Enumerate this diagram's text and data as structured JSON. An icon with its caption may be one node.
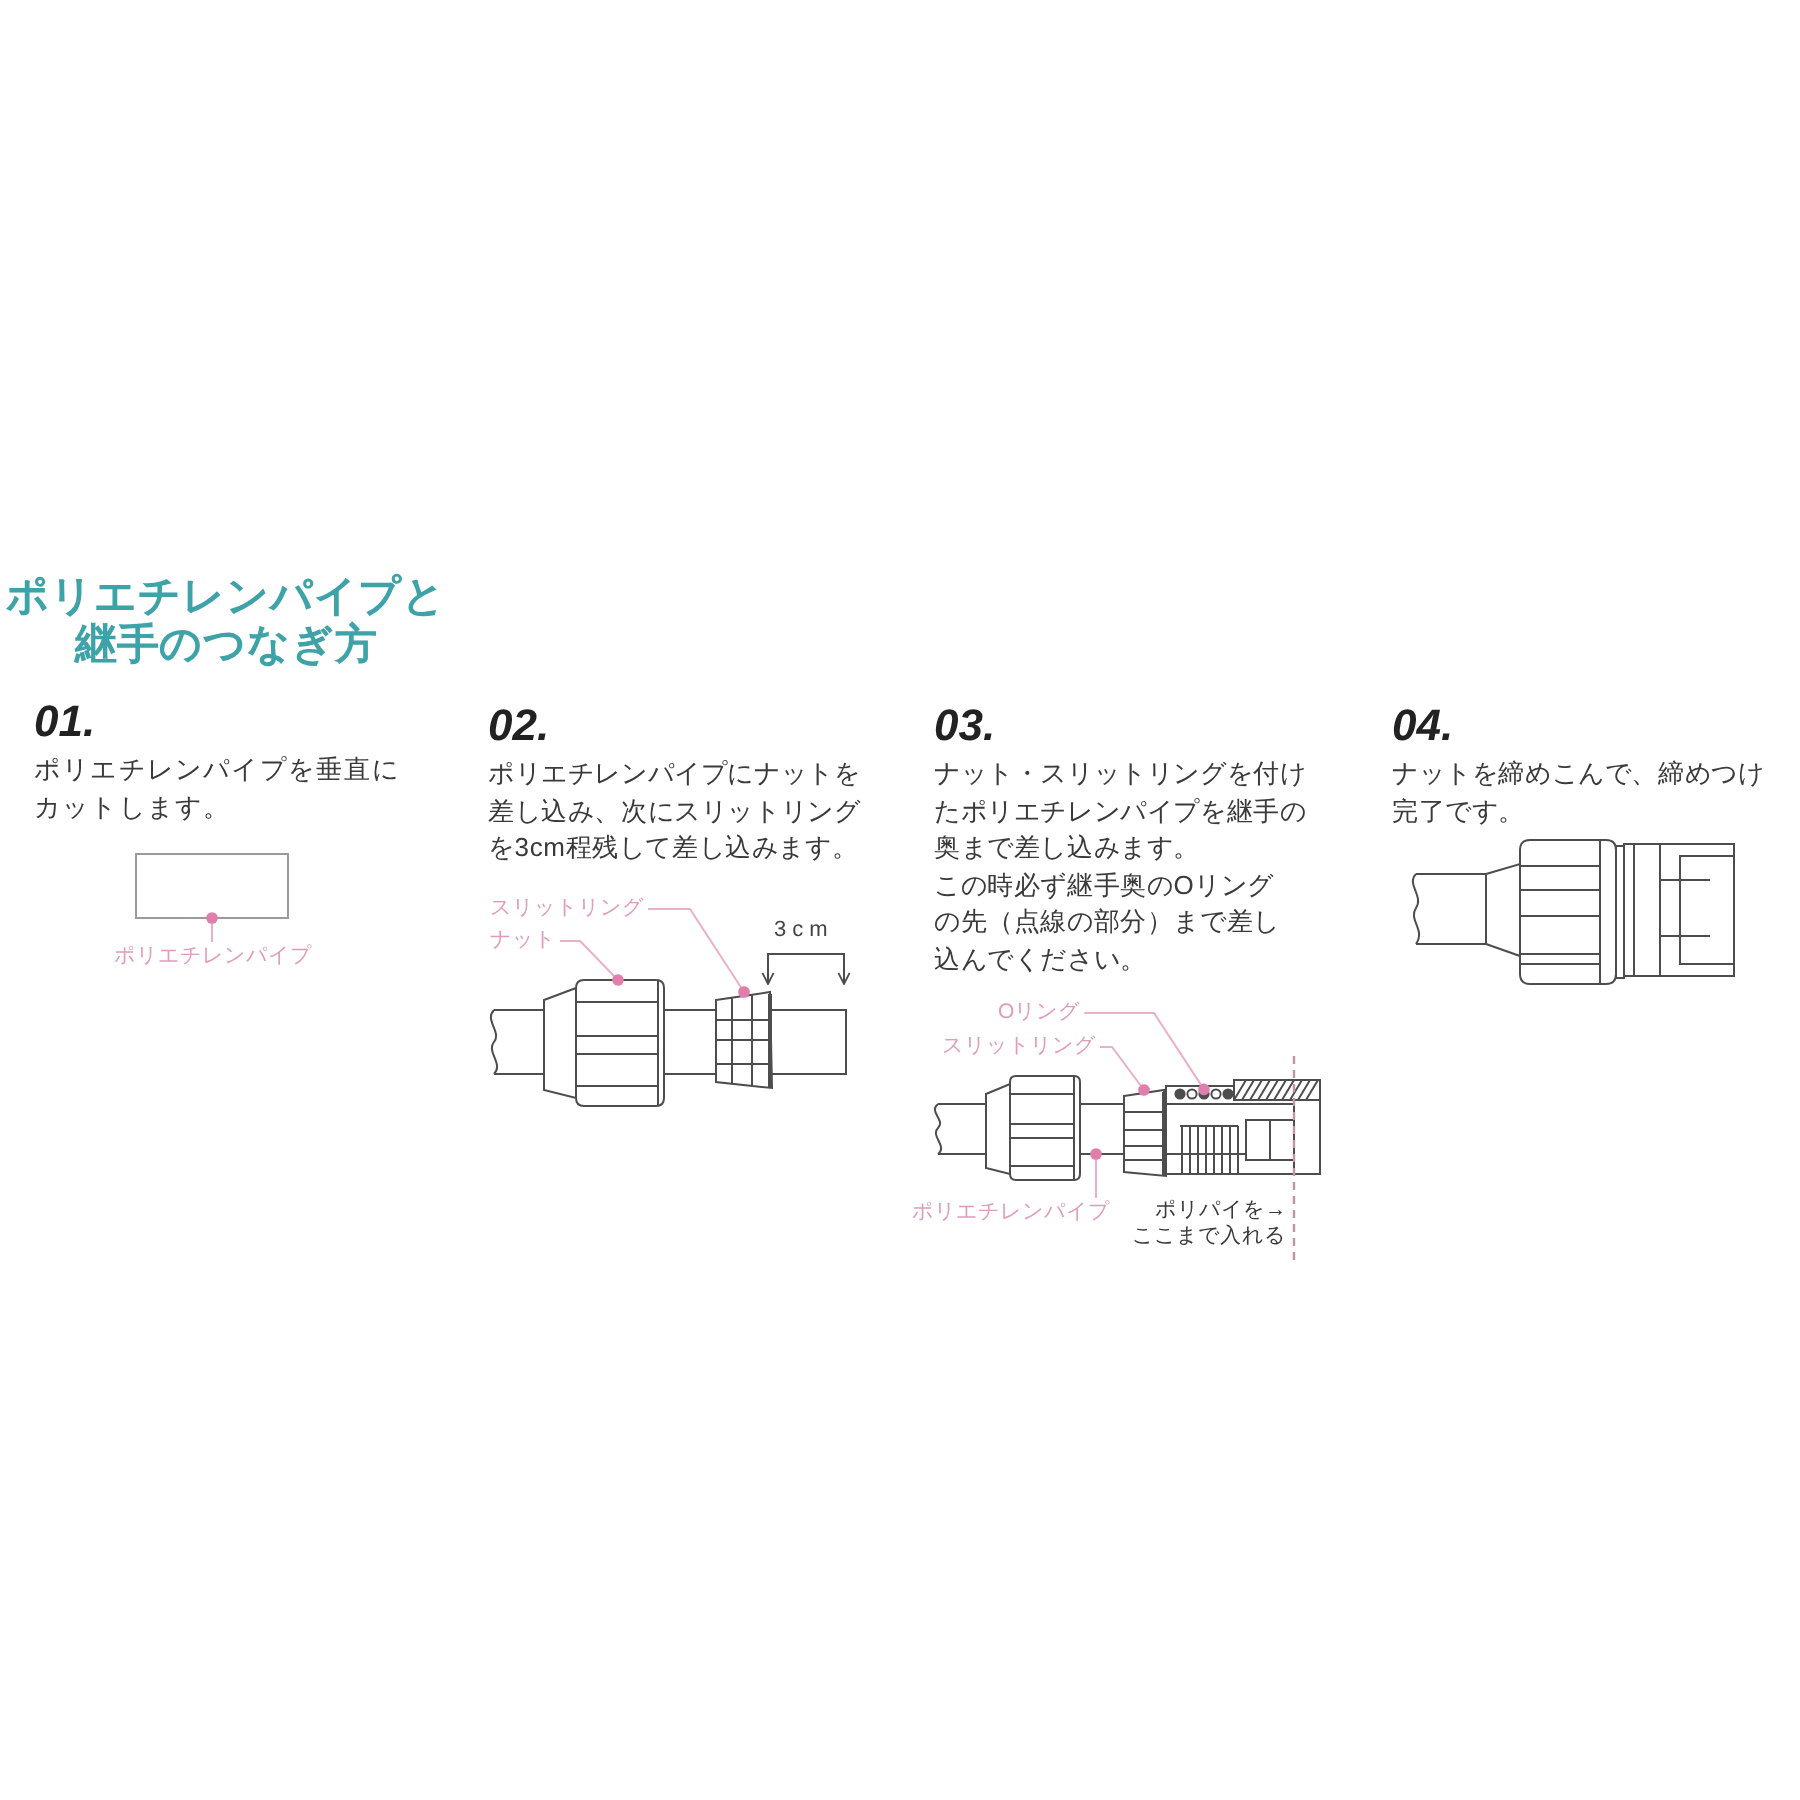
{
  "diagram": {
    "title": "ポリエチレンパイプと継手のつなぎ方",
    "nodes": [
      {
        "text": [
          "ポリエチレンパイプ"
        ]
      },
      {
        "text": [],
        "shape": "box"
      },
      {
        "text": [
          "スリットリング"
        ]
      },
      {
        "text": [
          "ナット"
        ]
      },
      {
        "text": [],
        "shape": "picture"
      },
      {
        "text": [],
        "shape": "picture"
      },
      {
        "text": [
          "Oリング"
        ]
      },
      {
        "text": [
          "スリットリング"
        ]
      },
      {
        "text": [],
        "shape": "picture"
      },
      {
        "text": [],
        "shape": "picture"
      },
      {
        "text": [
          "ポリエチレンパイプ"
        ]
      },
      {
        "text": [],
        "shape": "picture"
      }
    ],
    "edges": [
      {
        "from": 0,
        "to": 1,
        "arrow": "other"
      },
      {
        "from": 2,
        "to": 4,
        "arrow": "other"
      },
      {
        "from": 3,
        "to": 5,
        "arrow": "other"
      },
      {
        "from": 6,
        "to": 8,
        "arrow": "other"
      },
      {
        "from": 7,
        "to": 9,
        "arrow": "other"
      },
      {
        "from": 10,
        "to": 11,
        "arrow": "other"
      }
    ],
    "labels": [
      "01.",
      "ポリエチレンパイプを垂直にカットします。",
      "02.",
      "ポリエチレンパイプにナットを差し込み、次にスリットリングを3cm程残して差し込みます。",
      "3cm",
      "03.",
      "ナット・スリットリングを付けたポリエチレンパイプを継手の奥まで差し込みます。",
      "この時必ず継手奥のOリングの先（点線の部分）まで差し込んでください。",
      "ポリパイを→ここまで入れる",
      "04.",
      "ナットを締めこんで、締めつけ完了です。"
    ]
  }
}
